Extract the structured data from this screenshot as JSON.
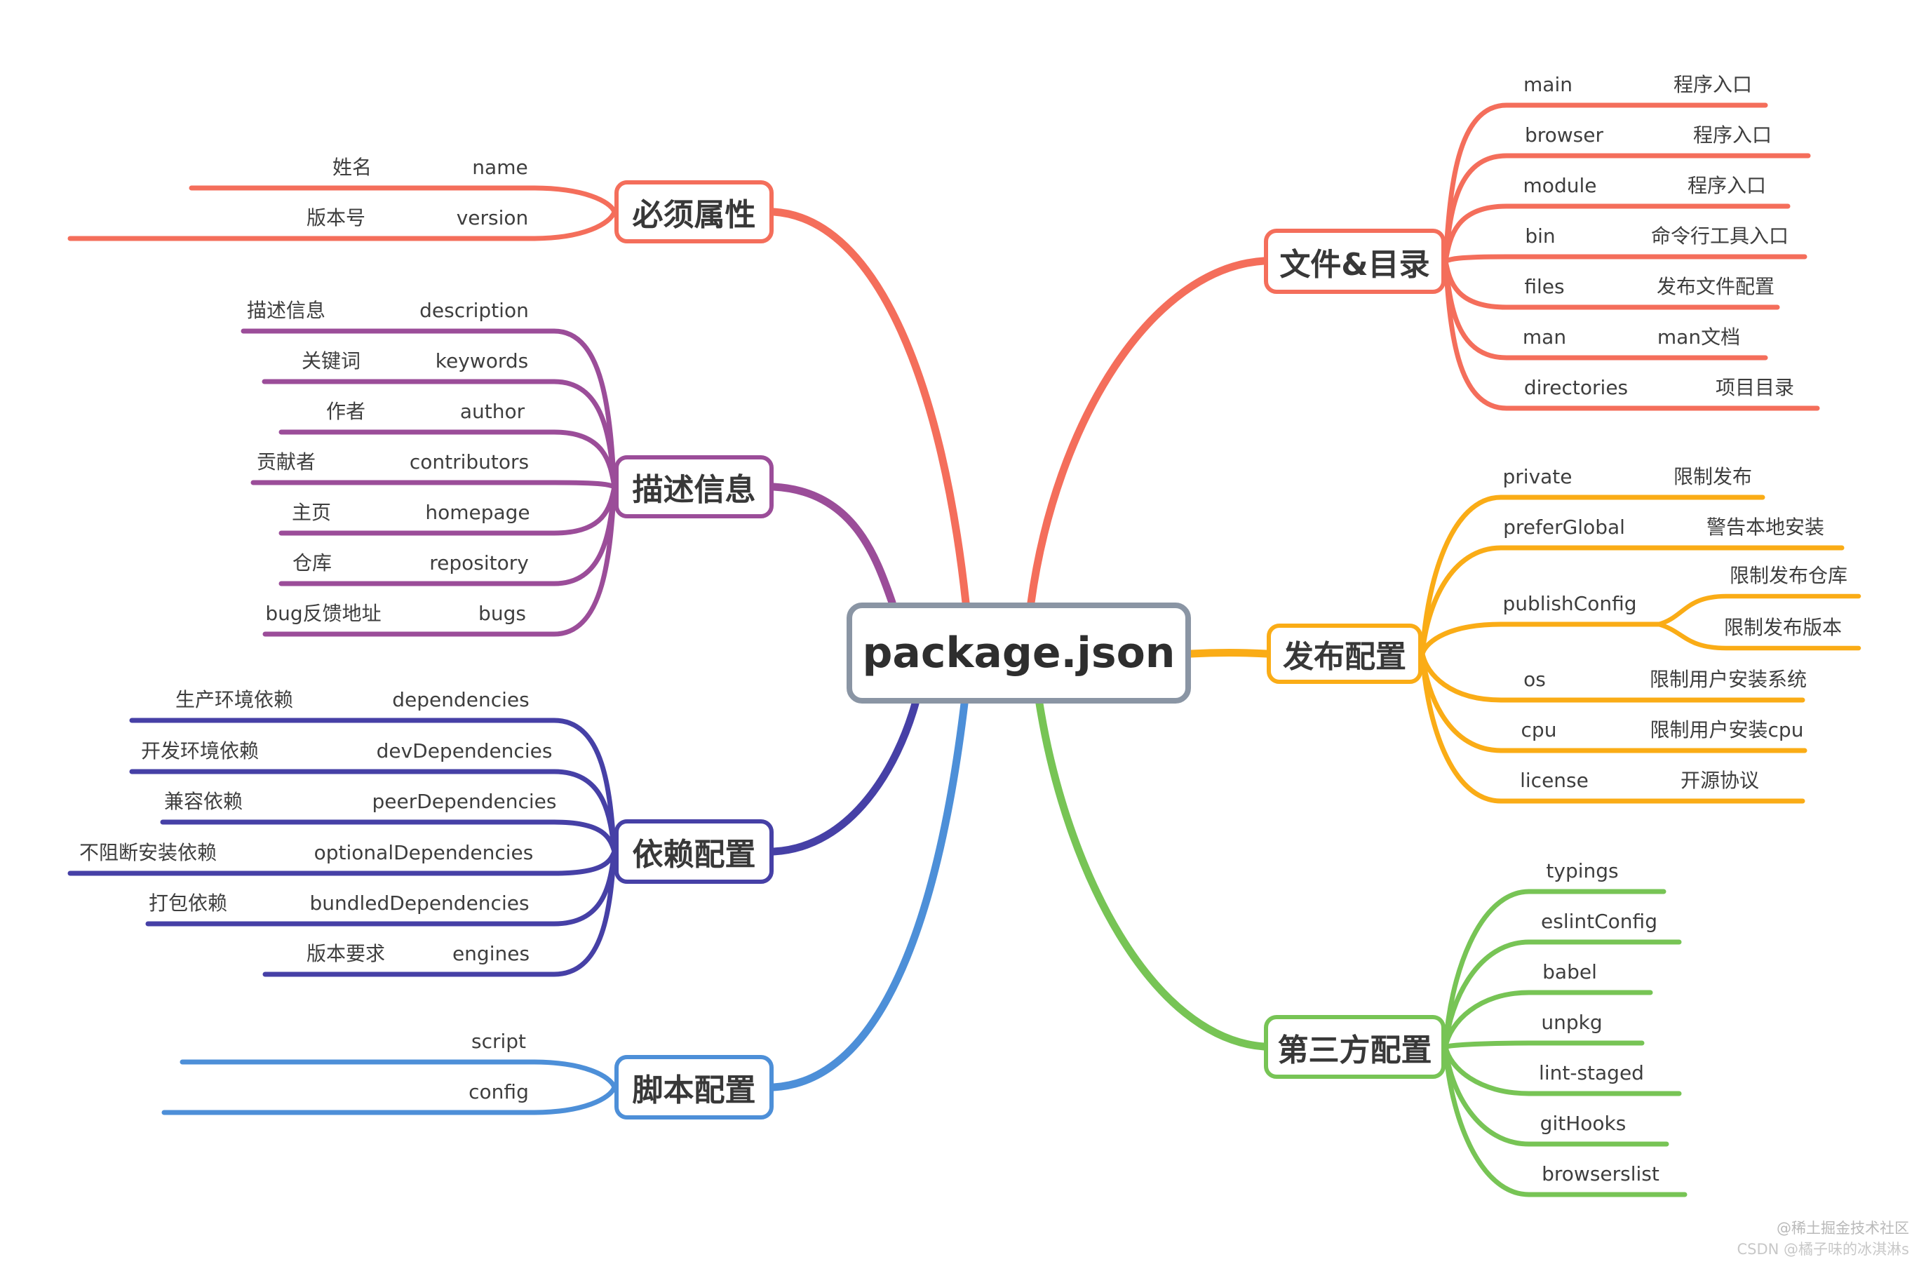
{
  "center": {
    "label": "package.json",
    "border_color": "#8A95A4"
  },
  "watermark": {
    "line1": "@稀土掘金技术社区",
    "line2": "CSDN @橘子味的冰淇淋s"
  },
  "branches": [
    {
      "id": "required",
      "label": "必须属性",
      "color": "#F46E5B",
      "children": [
        {
          "zh": "姓名",
          "en": "name"
        },
        {
          "zh": "版本号",
          "en": "version"
        }
      ]
    },
    {
      "id": "description",
      "label": "描述信息",
      "color": "#9B4D99",
      "children": [
        {
          "zh": "描述信息",
          "en": "description"
        },
        {
          "zh": "关键词",
          "en": "keywords"
        },
        {
          "zh": "作者",
          "en": "author"
        },
        {
          "zh": "贡献者",
          "en": "contributors"
        },
        {
          "zh": "主页",
          "en": "homepage"
        },
        {
          "zh": "仓库",
          "en": "repository"
        },
        {
          "zh": "bug反馈地址",
          "en": "bugs"
        }
      ]
    },
    {
      "id": "dependencies",
      "label": "依赖配置",
      "color": "#4640A6",
      "children": [
        {
          "zh": "生产环境依赖",
          "en": "dependencies"
        },
        {
          "zh": "开发环境依赖",
          "en": "devDependencies"
        },
        {
          "zh": "兼容依赖",
          "en": "peerDependencies"
        },
        {
          "zh": "不阻断安装依赖",
          "en": "optionalDependencies"
        },
        {
          "zh": "打包依赖",
          "en": "bundledDependencies"
        },
        {
          "zh": "版本要求",
          "en": "engines"
        }
      ]
    },
    {
      "id": "scripts",
      "label": "脚本配置",
      "color": "#4D8FD8",
      "children": [
        {
          "en": "script"
        },
        {
          "en": "config"
        }
      ]
    },
    {
      "id": "files",
      "label": "文件&目录",
      "color": "#F46E5B",
      "children": [
        {
          "en": "main",
          "zh": "程序入口"
        },
        {
          "en": "browser",
          "zh": "程序入口"
        },
        {
          "en": "module",
          "zh": "程序入口"
        },
        {
          "en": "bin",
          "zh": "命令行工具入口"
        },
        {
          "en": "files",
          "zh": "发布文件配置"
        },
        {
          "en": "man",
          "zh": "man文档"
        },
        {
          "en": "directories",
          "zh": "项目目录"
        }
      ]
    },
    {
      "id": "publish",
      "label": "发布配置",
      "color": "#FAAC16",
      "children": [
        {
          "en": "private",
          "zh": "限制发布"
        },
        {
          "en": "preferGlobal",
          "zh": "警告本地安装"
        },
        {
          "en": "publishConfig",
          "children": [
            "限制发布仓库",
            "限制发布版本"
          ]
        },
        {
          "en": "os",
          "zh": "限制用户安装系统"
        },
        {
          "en": "cpu",
          "zh": "限制用户安装cpu"
        },
        {
          "en": "license",
          "zh": "开源协议"
        }
      ]
    },
    {
      "id": "thirdparty",
      "label": "第三方配置",
      "color": "#77C455",
      "children": [
        {
          "en": "typings"
        },
        {
          "en": "eslintConfig"
        },
        {
          "en": "babel"
        },
        {
          "en": "unpkg"
        },
        {
          "en": "lint-staged"
        },
        {
          "en": "gitHooks"
        },
        {
          "en": "browserslist"
        }
      ]
    }
  ]
}
